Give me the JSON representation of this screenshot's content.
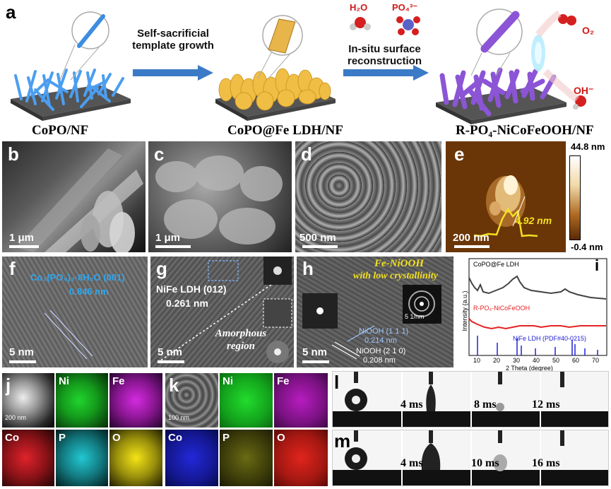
{
  "panel_a": {
    "label": "a",
    "step1_text": "Self-sacrificial template growth",
    "step2_text": "In-situ surface reconstruction",
    "h2o": "H₂O",
    "po4": "PO₄³⁻",
    "o2": "O₂",
    "oh": "OH⁻",
    "stage1": "CoPO/NF",
    "stage2": "CoPO@Fe LDH/NF",
    "stage3": "R-PO₄-NiCoFeOOH/NF"
  },
  "panel_b": {
    "label": "b",
    "scale": "1 μm"
  },
  "panel_c": {
    "label": "c",
    "scale": "1 μm"
  },
  "panel_d": {
    "label": "d",
    "scale": "500 nm"
  },
  "panel_e": {
    "label": "e",
    "scale": "200 nm",
    "height": "4.92 nm",
    "cb_max": "44.8 nm",
    "cb_min": "-0.4 nm"
  },
  "panel_f": {
    "label": "f",
    "scale": "5 nm",
    "phase": "Co₃(PO₄)₂·8H₂O (001)",
    "spacing": "0.846 nm"
  },
  "panel_g": {
    "label": "g",
    "scale": "5 nm",
    "phase": "NiFe LDH (012)",
    "spacing": "0.261 nm",
    "region": "Amorphous region"
  },
  "panel_h": {
    "label": "h",
    "scale": "5 nm",
    "title1": "Fe-NiOOH",
    "title2": "with low crystallinity",
    "inset_scale": "5 1/nm",
    "d1_label": "NiOOH (1 1 1)",
    "d1": "0.214 nm",
    "d2_label": "NiOOH (2 1 0)",
    "d2": "0.208 nm"
  },
  "panel_i": {
    "label": "i",
    "series1": "CoPO@Fe LDH",
    "series2": "R-PO₄-NiCoFeOOH",
    "ref": "NiFe LDH (PDF#40-0215)",
    "xlabel": "2 Theta (degree)",
    "ylabel": "Intensity (a.u.)",
    "xticks": [
      "10",
      "20",
      "30",
      "40",
      "50",
      "60",
      "70"
    ]
  },
  "panel_j": {
    "label": "j",
    "scale": "200 nm",
    "elements": [
      "Ni",
      "Fe",
      "Co",
      "P",
      "O"
    ]
  },
  "panel_k": {
    "label": "k",
    "scale": "100 nm",
    "elements": [
      "Ni",
      "Fe",
      "Co",
      "P",
      "O"
    ]
  },
  "panel_l": {
    "label": "l",
    "times": [
      "4 ms",
      "8 ms",
      "12 ms"
    ]
  },
  "panel_m": {
    "label": "m",
    "times": [
      "4 ms",
      "10 ms",
      "16 ms"
    ]
  },
  "colors": {
    "ni": "#1fb52a",
    "fe": "#b019b8",
    "co_j": "#c81c24",
    "p_j": "#1aa7b0",
    "o_j": "#d8cc10",
    "co_k": "#1b1ec4",
    "p_k": "#5a5a10",
    "o_k": "#d0201a",
    "afm_dark": "#7a3f0a",
    "afm_light": "#f1d9a8"
  }
}
